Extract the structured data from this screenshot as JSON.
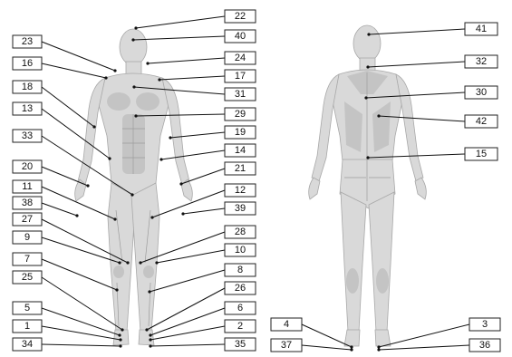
{
  "front_labels": {
    "l23": "23",
    "l16": "16",
    "l18": "18",
    "l13": "13",
    "l33": "33",
    "l20": "20",
    "l11": "11",
    "l38": "38",
    "l27": "27",
    "l9": "9",
    "l7": "7",
    "l25": "25",
    "l5": "5",
    "l1": "1",
    "l34": "34",
    "r22": "22",
    "r40": "40",
    "r24": "24",
    "r17": "17",
    "r31": "31",
    "r29": "29",
    "r19": "19",
    "r14": "14",
    "r21": "21",
    "r12": "12",
    "r39": "39",
    "r28": "28",
    "r10": "10",
    "r8": "8",
    "r26": "26",
    "r6": "6",
    "r2": "2",
    "r35": "35"
  },
  "back_labels": {
    "r41": "41",
    "r32": "32",
    "r30": "30",
    "r42": "42",
    "r15": "15",
    "l4": "4",
    "l37": "37",
    "r3": "3",
    "r36": "36"
  }
}
